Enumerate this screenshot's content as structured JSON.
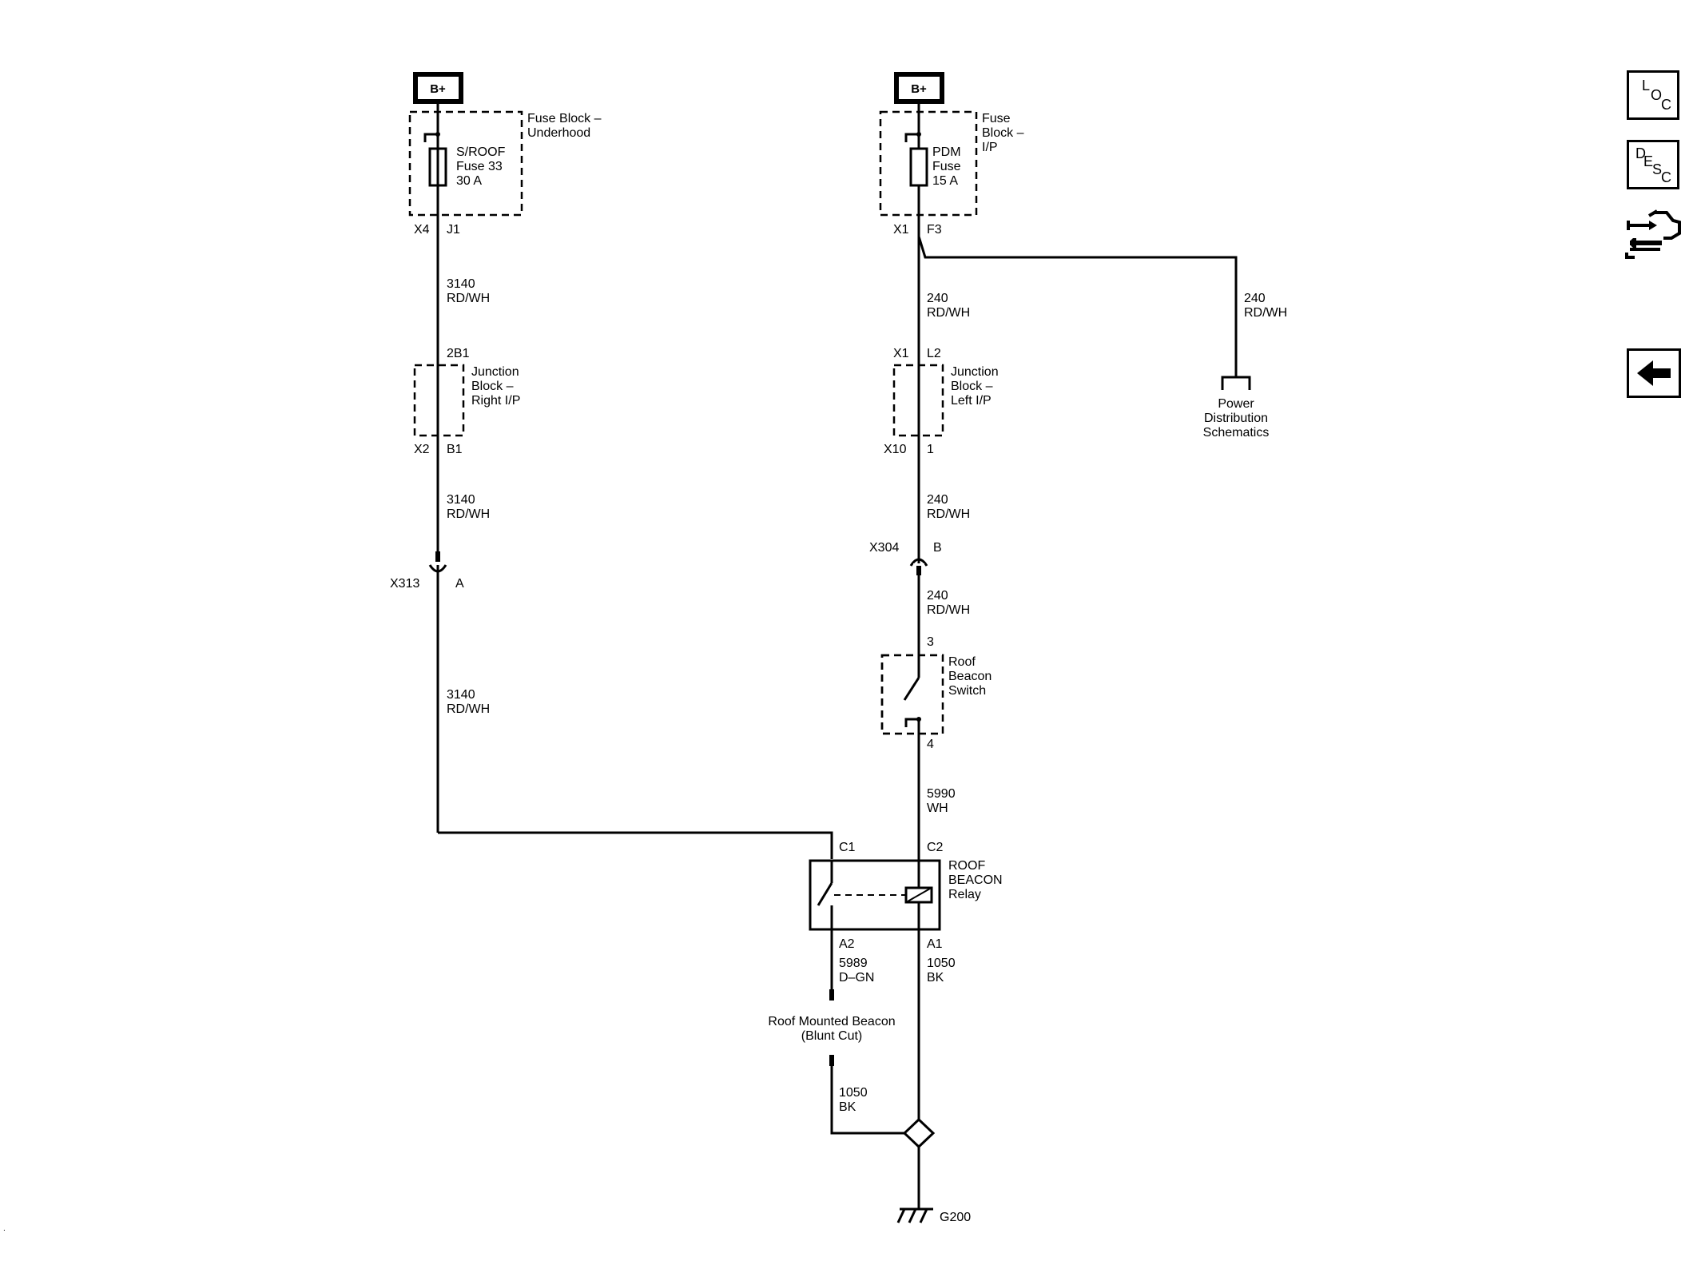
{
  "nav": {
    "loc": {
      "l1": "L",
      "l2": "O",
      "l3": "C"
    },
    "desc": {
      "l1": "D",
      "l2": "E",
      "l3": "S",
      "l4": "C"
    }
  },
  "labels": {
    "bplus_left": "B+",
    "bplus_right": "B+",
    "fuse_block_underhood": [
      "Fuse Block –",
      "Underhood"
    ],
    "sroof_fuse": [
      "S/ROOF",
      "Fuse 33",
      "30 A"
    ],
    "fuse_block_ip": [
      "Fuse",
      "Block –",
      "I/P"
    ],
    "pdm_fuse": [
      "PDM",
      "Fuse",
      "15 A"
    ],
    "junction_right": [
      "Junction",
      "Block –",
      "Right I/P"
    ],
    "junction_left": [
      "Junction",
      "Block –",
      "Left I/P"
    ],
    "roof_beacon_switch": [
      "Roof",
      "Beacon",
      "Switch"
    ],
    "roof_beacon_relay": [
      "ROOF",
      "BEACON",
      "Relay"
    ],
    "power_dist": [
      "Power",
      "Distribution",
      "Schematics"
    ],
    "roof_mounted_beacon": [
      "Roof Mounted Beacon",
      "(Blunt Cut)"
    ],
    "ground": "G200"
  },
  "connectors": {
    "x4": "X4",
    "j1": "J1",
    "x1_top": "X1",
    "f3": "F3",
    "p2b1": "2B1",
    "x1_mid": "X1",
    "l2": "L2",
    "x2": "X2",
    "b1": "B1",
    "x10": "X10",
    "p1": "1",
    "x304": "X304",
    "b": "B",
    "x313": "X313",
    "a": "A",
    "p3": "3",
    "p4": "4",
    "c1": "C1",
    "c2": "C2",
    "a2": "A2",
    "a1": "A1"
  },
  "wires": {
    "w3140_1": [
      "3140",
      "RD/WH"
    ],
    "w3140_2": [
      "3140",
      "RD/WH"
    ],
    "w3140_3": [
      "3140",
      "RD/WH"
    ],
    "w240_1": [
      "240",
      "RD/WH"
    ],
    "w240_pd": [
      "240",
      "RD/WH"
    ],
    "w240_2": [
      "240",
      "RD/WH"
    ],
    "w240_3": [
      "240",
      "RD/WH"
    ],
    "w5990": [
      "5990",
      "WH"
    ],
    "w5989": [
      "5989",
      "D–GN"
    ],
    "w1050_a1": [
      "1050",
      "BK"
    ],
    "w1050_beacon": [
      "1050",
      "BK"
    ]
  }
}
